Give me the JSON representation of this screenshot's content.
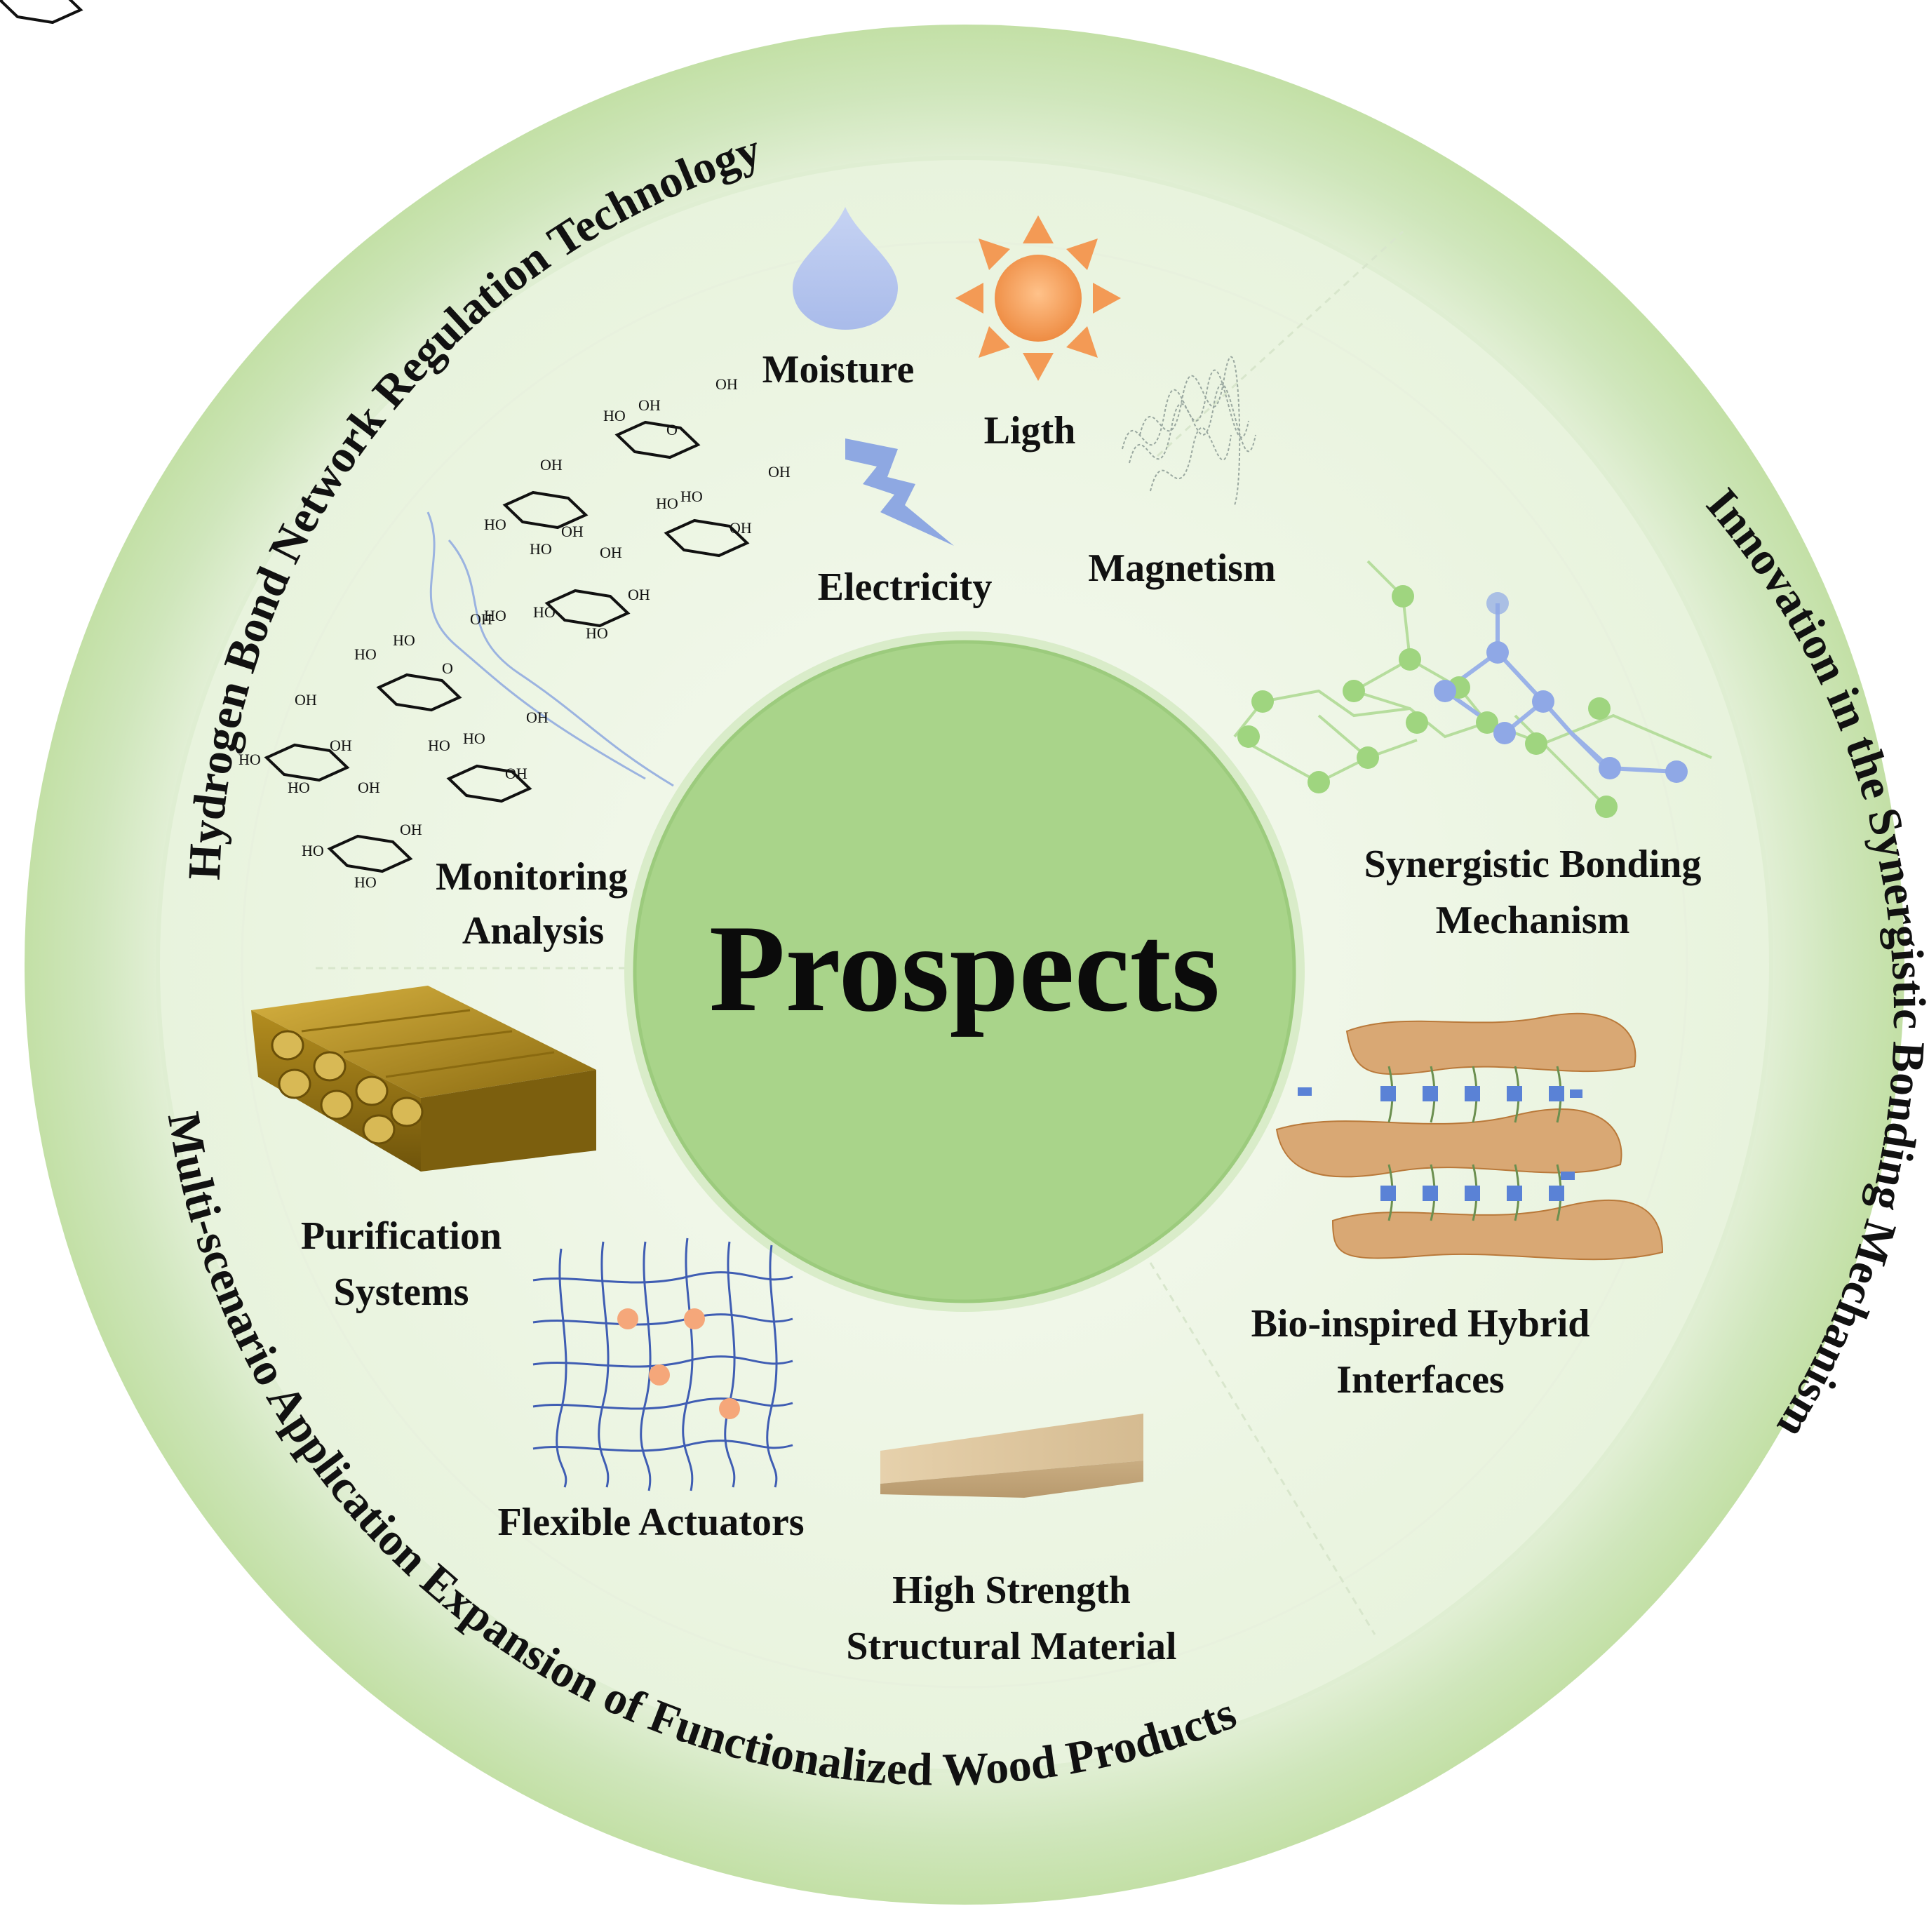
{
  "center": {
    "title": "Prospects"
  },
  "ring": {
    "top_arc": "Hydrogen Bond Network Regulation Technology",
    "right_arc": "Innovation in the Synergistic Bonding Mechanism",
    "bottom_arc": "Multi-scenario Application Expansion of Functionalized Wood Products"
  },
  "stimuli": {
    "moisture": "Moisture",
    "light": "Ligth",
    "magnetism": "Magnetism",
    "electricity": "Electricity"
  },
  "applications": {
    "monitoring": [
      "Monitoring",
      "Analysis"
    ],
    "synergistic": [
      "Synergistic Bonding",
      "Mechanism"
    ],
    "bio_inspired": [
      "Bio-inspired Hybrid",
      "Interfaces"
    ],
    "high_strength": [
      "High Strength",
      "Structural Material"
    ],
    "flexible": "Flexible Actuators",
    "purification": [
      "Purification",
      "Systems"
    ]
  },
  "chem_labels": {
    "oh": "OH",
    "ho": "HO",
    "o": "O"
  },
  "colors": {
    "outer_ring": "#c6e3ab",
    "inner_disc": "#e9f4dd",
    "center_disc": "#a9d48a",
    "green_node": "#9fd57f",
    "blue_node": "#8fa8e6",
    "wood": "#d9c09a",
    "sun": "#f39a55",
    "drop": "#b9c7ef",
    "bolt": "#8ea8e2",
    "gold": "#b08a1c"
  }
}
